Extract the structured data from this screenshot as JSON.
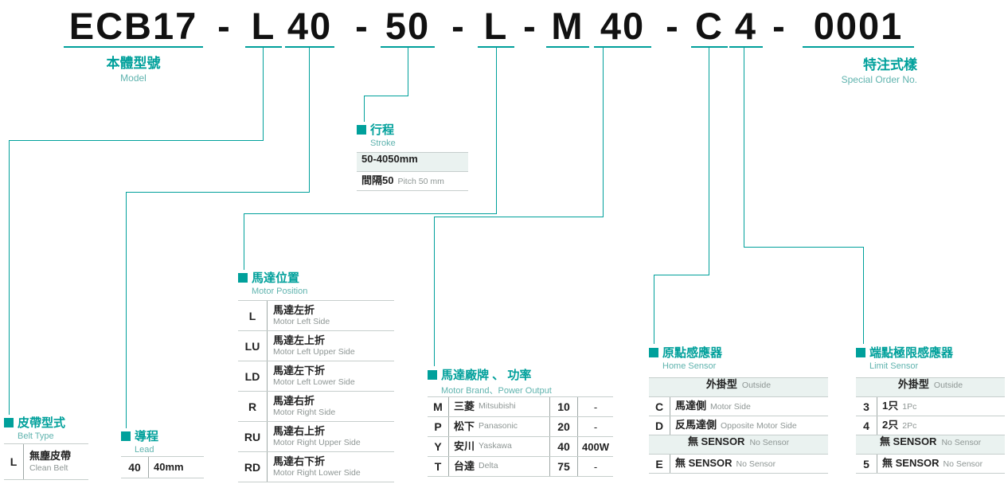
{
  "colors": {
    "accent": "#00A09B",
    "group_row_bg": "#EAF2F0"
  },
  "model_code": {
    "tokens": [
      "ECB17",
      "-",
      "L",
      "40",
      "-",
      "50",
      "-",
      "L",
      "-",
      "M",
      "40",
      "-",
      "C",
      "4",
      "-",
      "0001"
    ]
  },
  "model_label": {
    "zh": "本體型號",
    "en": "Model"
  },
  "special_order": {
    "zh": "特注式樣",
    "en": "Special Order No."
  },
  "stroke": {
    "zh": "行程",
    "en": "Stroke",
    "range": "50-4050mm",
    "pitch_zh": "間隔50",
    "pitch_en": "Pitch 50 mm"
  },
  "belt_type": {
    "zh": "皮帶型式",
    "en": "Belt Type",
    "rows": [
      {
        "code": "L",
        "zh": "無塵皮帶",
        "en": "Clean Belt"
      }
    ]
  },
  "lead": {
    "zh": "導程",
    "en": "Lead",
    "rows": [
      {
        "code": "40",
        "value": "40mm"
      }
    ]
  },
  "motor_position": {
    "zh": "馬達位置",
    "en": "Motor Position",
    "rows": [
      {
        "code": "L",
        "zh": "馬達左折",
        "en": "Motor Left Side"
      },
      {
        "code": "LU",
        "zh": "馬達左上折",
        "en": "Motor Left Upper Side"
      },
      {
        "code": "LD",
        "zh": "馬達左下折",
        "en": "Motor Left Lower Side"
      },
      {
        "code": "R",
        "zh": "馬達右折",
        "en": "Motor Right Side"
      },
      {
        "code": "RU",
        "zh": "馬達右上折",
        "en": "Motor Right Upper Side"
      },
      {
        "code": "RD",
        "zh": "馬達右下折",
        "en": "Motor Right Lower Side"
      }
    ]
  },
  "motor_brand": {
    "zh": "馬達廠牌 、 功率",
    "en": "Motor Brand、Power Output",
    "rows": [
      {
        "code": "M",
        "zh": "三菱",
        "en": "Mitsubishi",
        "power": "10",
        "watt": "-"
      },
      {
        "code": "P",
        "zh": "松下",
        "en": "Panasonic",
        "power": "20",
        "watt": "-"
      },
      {
        "code": "Y",
        "zh": "安川",
        "en": "Yaskawa",
        "power": "40",
        "watt": "400W"
      },
      {
        "code": "T",
        "zh": "台達",
        "en": "Delta",
        "power": "75",
        "watt": "-"
      }
    ]
  },
  "home_sensor": {
    "zh": "原點感應器",
    "en": "Home Sensor",
    "group1": {
      "zh": "外掛型",
      "en": "Outside"
    },
    "rows1": [
      {
        "code": "C",
        "zh": "馬達側",
        "en": "Motor Side"
      },
      {
        "code": "D",
        "zh": "反馬達側",
        "en": "Opposite Motor Side"
      }
    ],
    "group2": {
      "zh": "無 SENSOR",
      "en": "No Sensor"
    },
    "rows2": [
      {
        "code": "E",
        "zh": "無 SENSOR",
        "en": "No Sensor"
      }
    ]
  },
  "limit_sensor": {
    "zh": "端點極限感應器",
    "en": "Limit Sensor",
    "group1": {
      "zh": "外掛型",
      "en": "Outside"
    },
    "rows1": [
      {
        "code": "3",
        "zh": "1只",
        "en": "1Pc"
      },
      {
        "code": "4",
        "zh": "2只",
        "en": "2Pc"
      }
    ],
    "group2": {
      "zh": "無 SENSOR",
      "en": "No Sensor"
    },
    "rows2": [
      {
        "code": "5",
        "zh": "無 SENSOR",
        "en": "No Sensor"
      }
    ]
  }
}
